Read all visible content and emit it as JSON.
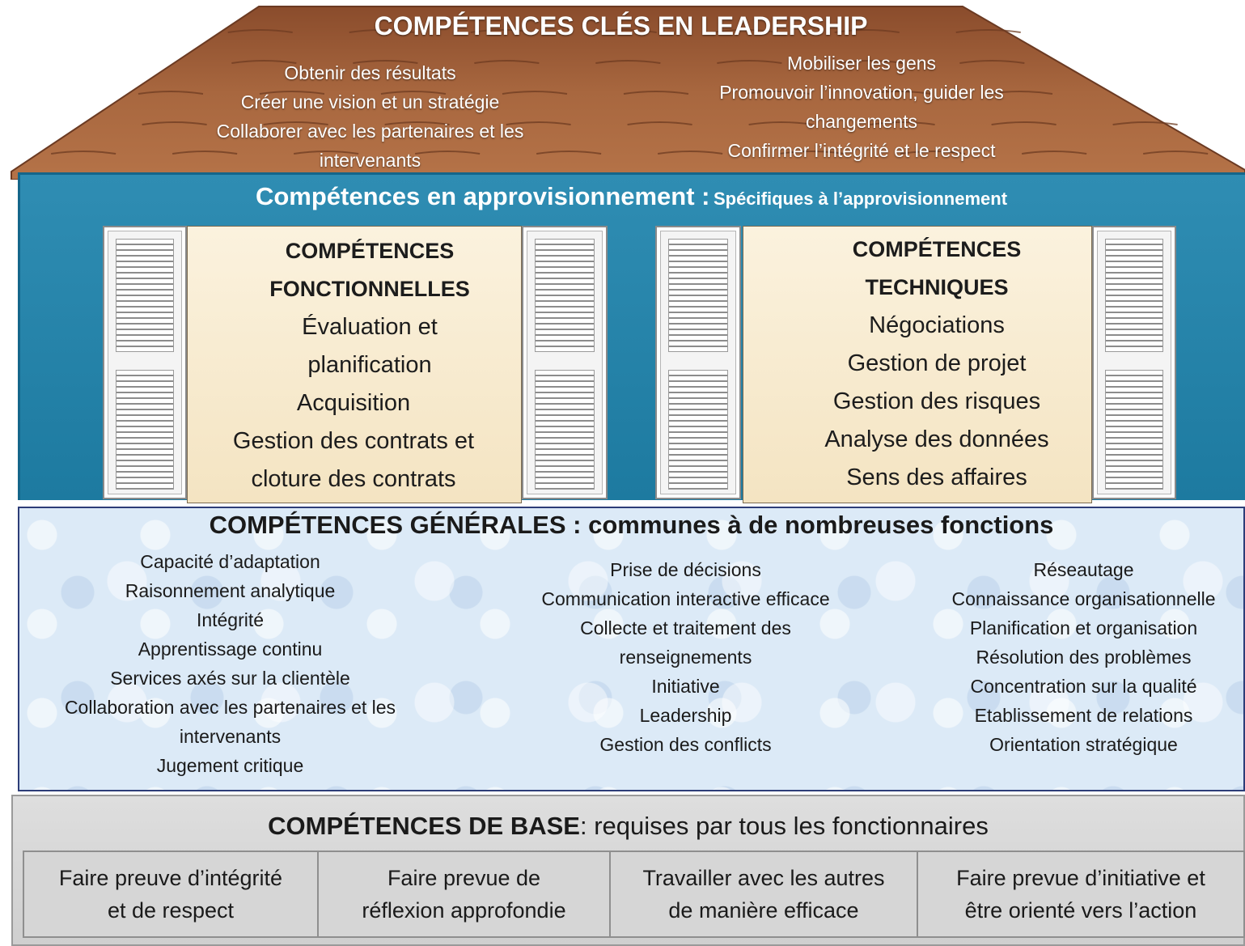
{
  "leadership": {
    "title": "COMPÉTENCES CLÉS EN LEADERSHIP",
    "left_lines": [
      "Obtenir des résultats",
      "Créer une vision et un stratégie",
      "Collaborer avec les partenaires et les",
      "intervenants"
    ],
    "right_lines": [
      "Mobiliser les gens",
      "Promouvoir l’innovation, guider les",
      "changements",
      "Confirmer l’intégrité et le respect"
    ]
  },
  "procurement": {
    "title": "Compétences en approvisionnement :",
    "subtitle": "Spécifiques à l’approvisionnement",
    "functional": {
      "heading_1": "COMPÉTENCES",
      "heading_2": "FONCTIONNELLES",
      "lines": [
        "Évaluation et",
        "planification",
        "Acquisition",
        "Gestion des contrats et",
        "cloture des contrats"
      ]
    },
    "technical": {
      "heading_1": "COMPÉTENCES",
      "heading_2": "TECHNIQUES",
      "lines": [
        "Négociations",
        "Gestion de projet",
        "Gestion des risques",
        "Analyse des données",
        "Sens des affaires"
      ]
    }
  },
  "general": {
    "title": "COMPÉTENCES GÉNÉRALES : communes à de nombreuses fonctions",
    "col1": [
      "Capacité d’adaptation",
      "Raisonnement analytique",
      "Intégrité",
      "Apprentissage continu",
      "Services axés sur la clientèle",
      "Collaboration avec les partenaires et les",
      "intervenants",
      "Jugement critique"
    ],
    "col2": [
      "Prise de décisions",
      "Communication interactive efficace",
      "Collecte et traitement des",
      "renseignements",
      "Initiative",
      "Leadership",
      "Gestion des conflicts"
    ],
    "col3": [
      "Réseautage",
      "Connaissance organisationnelle",
      "Planification et organisation",
      "Résolution des problèmes",
      "Concentration sur la qualité",
      "Etablissement de relations",
      "Orientation stratégique"
    ]
  },
  "base": {
    "title_bold": "COMPÉTENCES DE BASE",
    "title_rest": ": requises par tous les fonctionnaires",
    "cells": [
      [
        "Faire preuve d’intégrité",
        "et de respect"
      ],
      [
        "Faire prevue de",
        "réflexion approfondie"
      ],
      [
        "Travailler avec les autres",
        "de manière efficace"
      ],
      [
        "Faire prevue d’initiative et",
        "être orienté vers l’action"
      ]
    ]
  },
  "colors": {
    "roof": "#a2613d",
    "procurement_band": "#2486ad",
    "panel": "#f8ebd0",
    "general_band": "#dceaf7",
    "base_band": "#d6d6d6"
  }
}
